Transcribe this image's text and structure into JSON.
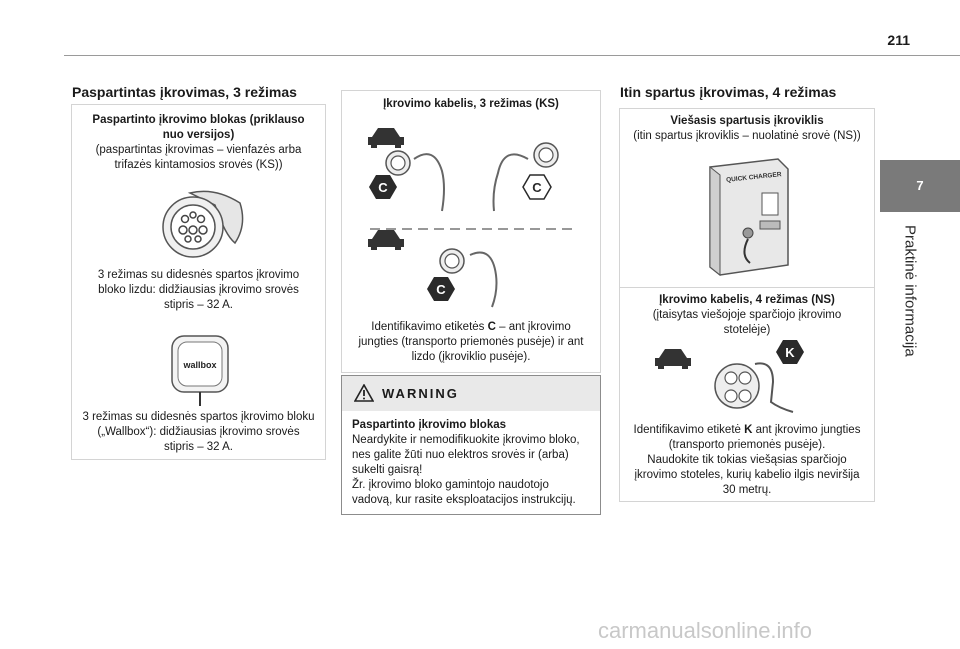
{
  "page": {
    "number": "211",
    "chapter_number": "7",
    "chapter_title": "Praktinė informacija"
  },
  "col1": {
    "title": "Paspartintas įkrovimas, 3 režimas",
    "box_heading_1": "Paspartinto įkrovimo blokas (priklauso",
    "box_heading_2": "nuo versijos)",
    "box_sub_1": "(paspartintas įkrovimas – vienfazės arba",
    "box_sub_2": "trifazės kintamosios srovės (KS))",
    "cap1_l1": "3 režimas su didesnės spartos įkrovimo",
    "cap1_l2": "bloko lizdu: didžiausias įkrovimo srovės",
    "cap1_l3": "stipris – 32 A.",
    "wallbox_logo": "wallbox",
    "cap2_l1": "3 režimas su didesnės spartos įkrovimo bloku",
    "cap2_l2": "(„Wallbox“): didžiausias įkrovimo srovės",
    "cap2_l3": "stipris – 32 A."
  },
  "col2": {
    "box_heading": "Įkrovimo kabelis, 3 režimas (KS)",
    "label_c": "C",
    "cap_l1_pre": "Identifikavimo etiketės ",
    "cap_l1_bold": "C",
    "cap_l1_post": " – ant įkrovimo",
    "cap_l2": "jungties (transporto priemonės pusėje) ir ant",
    "cap_l3": "lizdo (įkroviklio pusėje).",
    "warning_title": "WARNING",
    "warning_heading": "Paspartinto įkrovimo blokas",
    "warning_l1": "Neardykite ir nemodifikuokite įkrovimo bloko,",
    "warning_l2": "nes galite žūti nuo elektros srovės ir (arba)",
    "warning_l3": "sukelti gaisrą!",
    "warning_l4": "Žr. įkrovimo bloko gamintojo naudotojo",
    "warning_l5": "vadovą, kur rasite eksploatacijos instrukcijų."
  },
  "col3": {
    "title": "Itin spartus įkrovimas, 4 režimas",
    "box_heading": "Viešasis spartusis įkroviklis",
    "box_sub": "(itin spartus įkroviklis – nuolatinė srovė (NS))",
    "charger_label": "QUICK CHARGER",
    "sec2_heading": "Įkrovimo kabelis, 4 režimas (NS)",
    "sec2_sub_1": "(įtaisytas viešojoje sparčiojo įkrovimo",
    "sec2_sub_2": "stotelėje)",
    "label_k": "K",
    "cap_l1_pre": "Identifikavimo etiketė ",
    "cap_l1_bold": "K",
    "cap_l1_post": " ant įkrovimo jungties",
    "cap_l2": "(transporto priemonės pusėje).",
    "cap_l3": "Naudokite tik tokias viešąsias sparčiojo",
    "cap_l4": "įkrovimo stoteles, kurių kabelio ilgis neviršija",
    "cap_l5": "30 metrų."
  },
  "watermark": "carmanualsonline.info"
}
